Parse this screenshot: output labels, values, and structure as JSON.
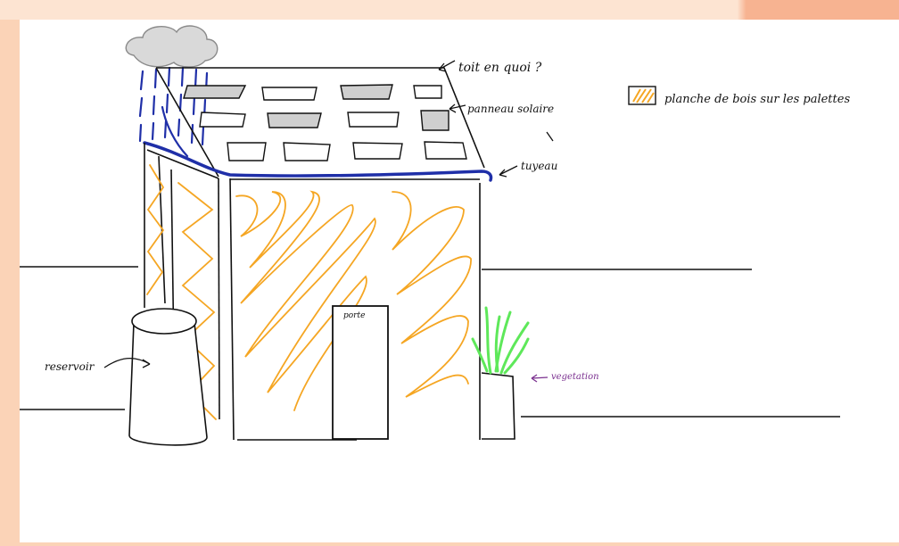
{
  "labels": {
    "roof": "toit en quoi ?",
    "solar": "panneau solaire",
    "pipe": "tuyeau",
    "tank": "reservoir",
    "door": "porte",
    "vegetation": "vegetation",
    "legend": "planche de bois sur les palettes"
  },
  "colors": {
    "frame": "#fbd3b7",
    "ink": "#111111",
    "rain": "#1f2fa8",
    "wood": "#f5a623",
    "panel": "#cfcfcf",
    "plant": "#5ee85a",
    "vegetation_label": "#7a2f8f",
    "cloud": "#d9d9d9"
  }
}
